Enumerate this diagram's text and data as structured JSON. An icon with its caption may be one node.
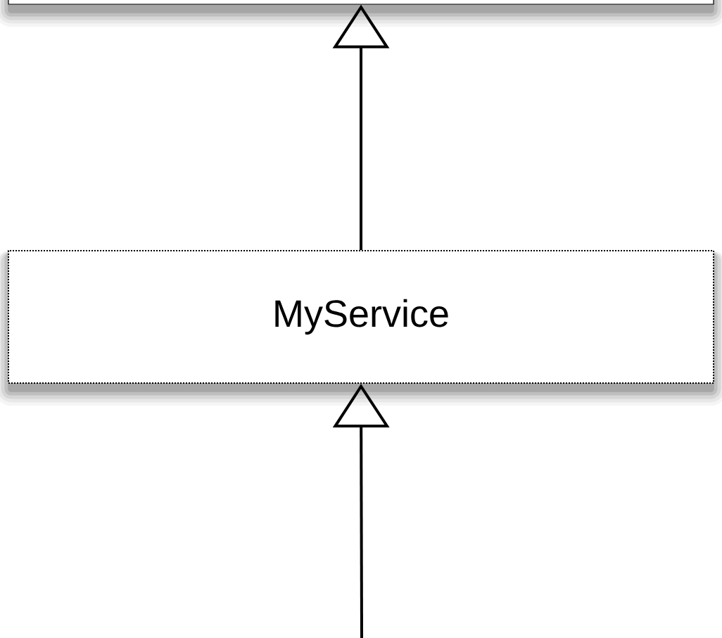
{
  "diagram": {
    "nodes": [
      {
        "text": [],
        "shape": "box"
      },
      {
        "text": [
          "MyService"
        ]
      }
    ],
    "edges": [
      {
        "from": 1,
        "to": 0,
        "arrow": "to"
      },
      {
        "from": null,
        "to": 1,
        "arrow": "to"
      }
    ]
  }
}
